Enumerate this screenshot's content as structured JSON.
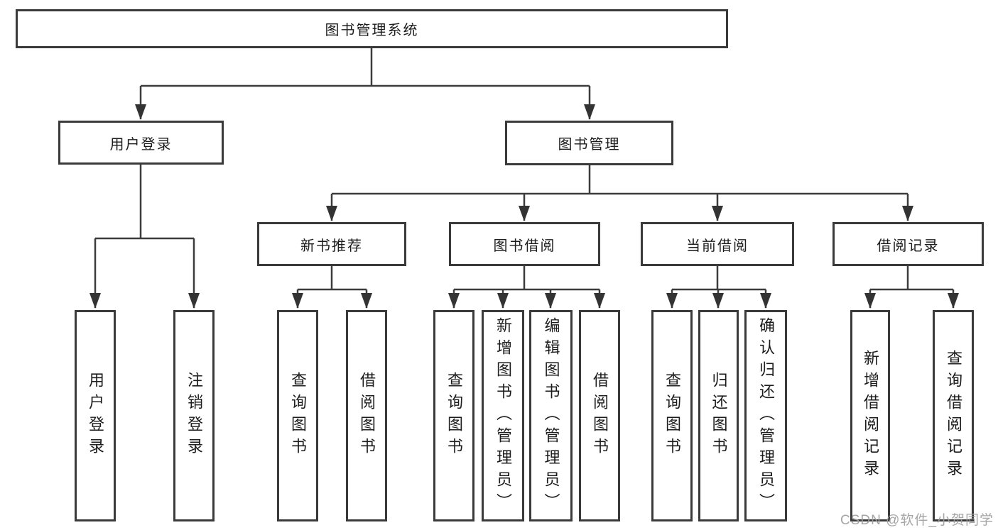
{
  "diagram": {
    "title": "图书管理系统",
    "level2": {
      "login": "用户登录",
      "manage": "图书管理"
    },
    "level3": {
      "recommend": "新书推荐",
      "borrow": "图书借阅",
      "current": "当前借阅",
      "records": "借阅记录"
    },
    "leaves": {
      "login": [
        "用户登录",
        "注销登录"
      ],
      "recommend": [
        "查询图书",
        "借阅图书"
      ],
      "borrow": [
        "查询图书",
        "新增图书（管理员）",
        "编辑图书（管理员）",
        "借阅图书"
      ],
      "current": [
        "查询图书",
        "归还图书",
        "确认归还（管理员）"
      ],
      "records": [
        "新增借阅记录",
        "查询借阅记录"
      ]
    }
  },
  "watermark": "CSDN @软件_小贺同学",
  "colors": {
    "line": "#3c3c3c",
    "box_border": "#3a3a3a",
    "text": "#1c1c1c",
    "background": "#ffffff",
    "watermark": "#9e9e9e"
  }
}
